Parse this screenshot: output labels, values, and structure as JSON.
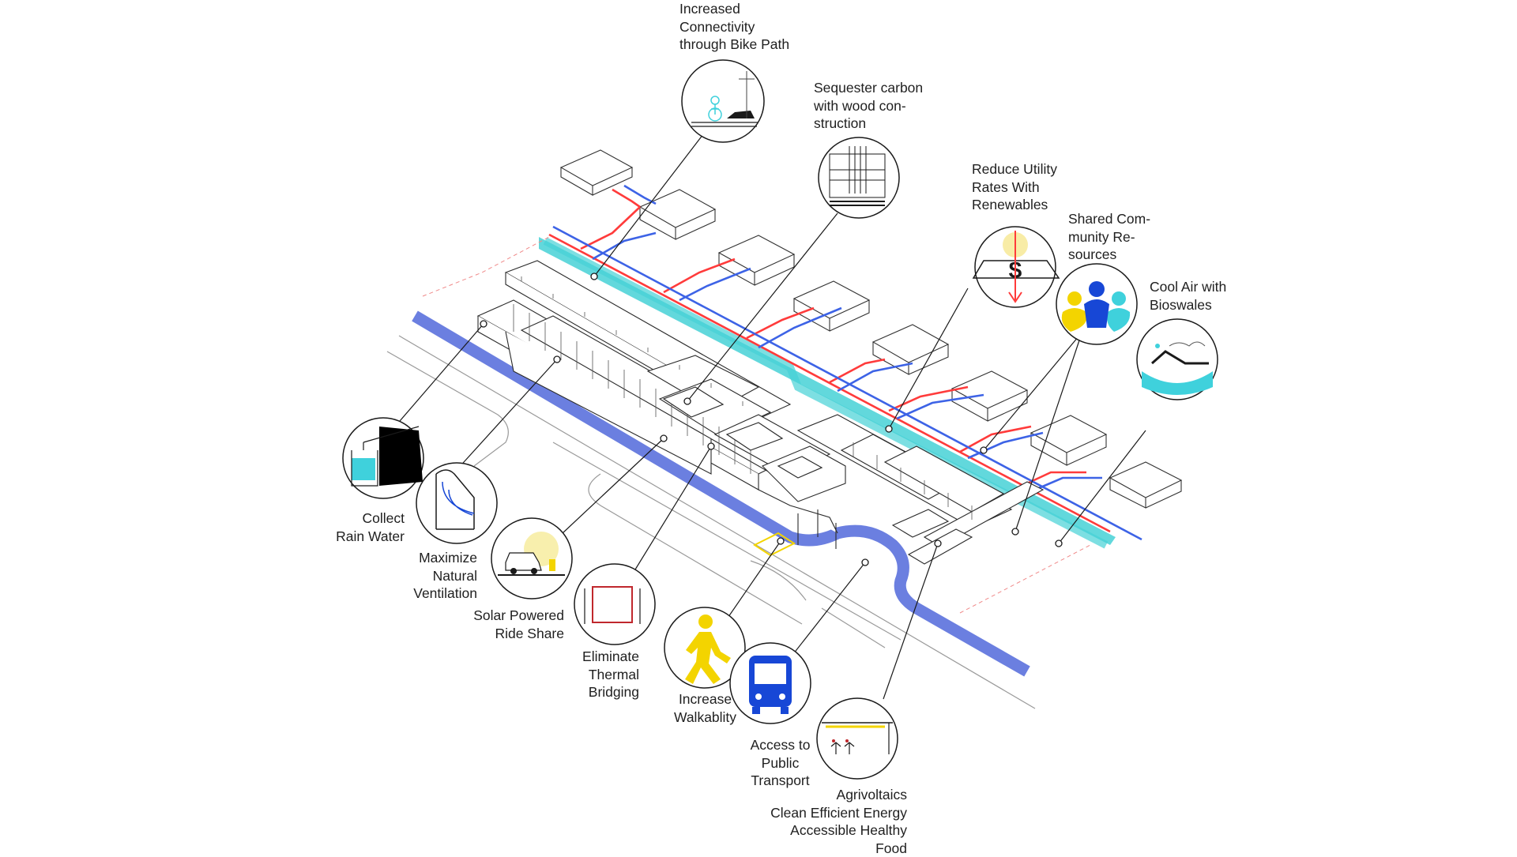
{
  "diagram": {
    "annotations": [
      {
        "id": "bike-path",
        "text": "Increased\nConnectivity\nthrough Bike Path",
        "icon": "cyclist-icon"
      },
      {
        "id": "wood-construction",
        "text": "Sequester carbon\nwith wood con-\nstruction",
        "icon": "wood-frame-icon"
      },
      {
        "id": "utility-rates",
        "text": "Reduce Utility\nRates With\nRenewables",
        "icon": "dollar-sun-icon"
      },
      {
        "id": "community",
        "text": "Shared Com-\nmunity Re-\nsources",
        "icon": "community-people-icon"
      },
      {
        "id": "bioswales",
        "text": "Cool Air with\nBioswales",
        "icon": "bioswale-icon"
      },
      {
        "id": "rain-water",
        "text": "Collect\nRain Water",
        "icon": "rain-tank-icon"
      },
      {
        "id": "ventilation",
        "text": "Maximize\nNatural\nVentilation",
        "icon": "airflow-icon"
      },
      {
        "id": "ride-share",
        "text": "Solar Powered\nRide Share",
        "icon": "solar-car-icon"
      },
      {
        "id": "thermal",
        "text": "Eliminate\nThermal\nBridging",
        "icon": "wall-section-icon"
      },
      {
        "id": "walkability",
        "text": "Increase\nWalkablity",
        "icon": "pedestrian-icon"
      },
      {
        "id": "transport",
        "text": "Access to\nPublic\nTransport",
        "icon": "bus-icon"
      },
      {
        "id": "agrivoltaics",
        "text": "Agrivoltaics\nClean Efficient Energy\nAccessible Healthy\nFood",
        "icon": "agrivoltaic-plant-icon"
      }
    ],
    "colors": {
      "bus_lane": "#6b7fe0",
      "bioswale": "#46d1d6",
      "utility_red": "#ff3b3b",
      "utility_blue": "#3d63e6",
      "icon_yellow": "#f3d400",
      "icon_cyan": "#3fd1dc",
      "transit_blue": "#1747d6",
      "thermal_red": "#c0282d",
      "line": "#1a1a1a"
    }
  }
}
